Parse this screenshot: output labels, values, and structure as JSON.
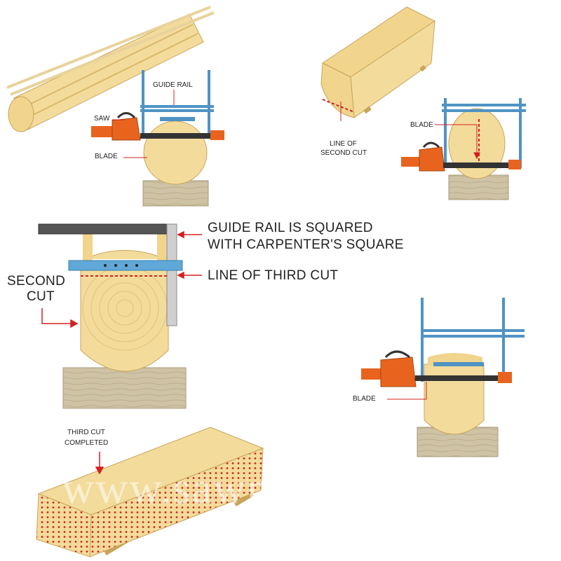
{
  "labels": {
    "panel1": {
      "guide_rail": "GUIDE RAIL",
      "saw": "SAW",
      "blade": "BLADE"
    },
    "panel2": {
      "line_second_cut_1": "LINE OF",
      "line_second_cut_2": "SECOND CUT",
      "blade": "BLADE"
    },
    "panel3": {
      "guide_squared_1": "GUIDE RAIL IS SQUARED",
      "guide_squared_2": "WITH CARPENTER'S SQUARE",
      "line_third_cut": "LINE OF THIRD CUT",
      "second_cut_1": "SECOND",
      "second_cut_2": "CUT"
    },
    "panel4": {
      "blade": "BLADE"
    },
    "panel5": {
      "third_cut_1": "THIRD CUT",
      "third_cut_2": "COMPLETED"
    }
  },
  "watermark": "www.sawm",
  "colors": {
    "wood": "#f3dc9b",
    "wood_dark": "#d9b86a",
    "rail_blue": "#5fa8d8",
    "saw_orange": "#e8641e",
    "cut_red": "#d42020",
    "block": "#cfc3a6"
  }
}
